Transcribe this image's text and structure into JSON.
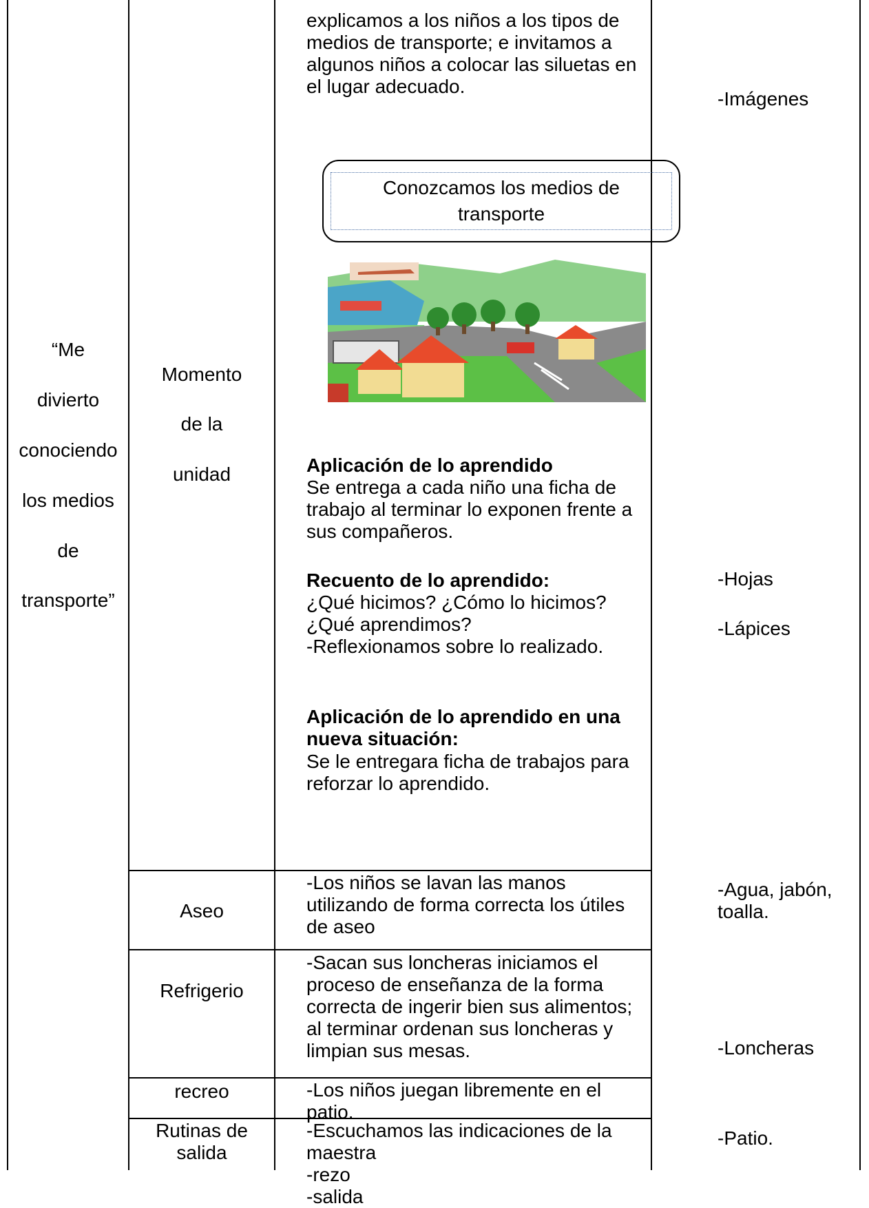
{
  "title_cell": [
    "“Me",
    "divierto",
    "conociendo",
    "los medios",
    "de",
    "transporte”"
  ],
  "moment": [
    "Momento",
    "de la",
    "unidad"
  ],
  "intro_text": "explicamos a los niños a los tipos de\nmedios de transporte; e invitamos a\nalgunos niños a colocar las siluetas en\nel lugar adecuado.",
  "box_title": "Conozcamos los medios de\ntransporte",
  "sections": {
    "aplicacion_title": "Aplicación de lo aprendido",
    "aplicacion_text": "Se entrega a cada niño una ficha  de\ntrabajo al terminar  lo exponen frente a\nsus compañeros.",
    "recuento_title": "Recuento de lo aprendido:",
    "recuento_text": "¿Qué hicimos? ¿Cómo lo hicimos?\n¿Qué aprendimos?\n-Reflexionamos sobre lo realizado.",
    "nueva_title": "Aplicación de lo aprendido en una\nnueva situación:",
    "nueva_text": "Se le entregara ficha de trabajos para\nreforzar lo aprendido."
  },
  "resources": {
    "imagenes": "-Imágenes",
    "hojas": "-Hojas",
    "lapices": "-Lápices",
    "agua": "-Agua, jabón,\ntoalla.",
    "loncheras": "-Loncheras",
    "patio": "-Patio."
  },
  "rows": {
    "aseo": {
      "label": "Aseo",
      "text": "-Los niños se lavan las manos\nutilizando de forma correcta los útiles\nde aseo"
    },
    "refrigerio": {
      "label": "Refrigerio",
      "text": "-Sacan sus loncheras iniciamos el\nproceso de enseñanza  de la forma\ncorrecta de ingerir bien sus alimentos;\nal terminar ordenan sus loncheras y\nlimpian sus mesas."
    },
    "recreo": {
      "label": "recreo",
      "text": "-Los niños juegan libremente en el\npatio."
    },
    "rutinas": {
      "label": "Rutinas de\nsalida",
      "text": "-Escuchamos las indicaciones de  la\nmaestra\n-rezo\n-salida"
    }
  }
}
